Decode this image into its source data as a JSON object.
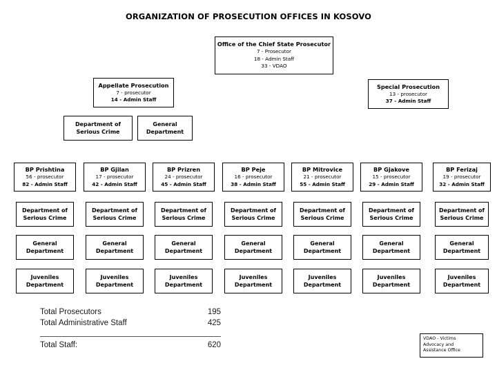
{
  "title": "ORGANIZATION OF PROSECUTION OFFICES IN KOSOVO",
  "chief_office": {
    "name": "Office of the Chief State Prosecutor",
    "lines": [
      "7 - Prosecutor",
      "18 - Admin Staff",
      "33 - VDAO"
    ]
  },
  "appellate": {
    "name": "Appellate Prosecution",
    "lines": [
      "7 - prosecutor",
      "14 - Admin Staff"
    ],
    "departments": [
      {
        "l1": "Department of",
        "l2": "Serious Crime"
      },
      {
        "l1": "General",
        "l2": "Department"
      }
    ]
  },
  "special": {
    "name": "Special Prosecution",
    "lines": [
      "13 - prosecutor",
      "37 - Admin Staff"
    ]
  },
  "basic_prosecutions": [
    {
      "name": "BP Prishtina",
      "prosecutors": "56 - prosecutor",
      "admin": "82 - Admin Staff",
      "departments": [
        {
          "l1": "Department of",
          "l2": "Serious Crime"
        },
        {
          "l1": "General",
          "l2": "Department"
        },
        {
          "l1": "Juveniles",
          "l2": "Department"
        }
      ]
    },
    {
      "name": "BP Gjilan",
      "prosecutors": "17 - prosecutor",
      "admin": "42 - Admin Staff",
      "departments": [
        {
          "l1": "Department of",
          "l2": "Serious Crime"
        },
        {
          "l1": "General",
          "l2": "Department"
        },
        {
          "l1": "Juveniles",
          "l2": "Department"
        }
      ]
    },
    {
      "name": "BP Prizren",
      "prosecutors": "24 - prosecutor",
      "admin": "45 - Admin Staff",
      "departments": [
        {
          "l1": "Department of",
          "l2": "Serious Crime"
        },
        {
          "l1": "General",
          "l2": "Department"
        },
        {
          "l1": "Juveniles",
          "l2": "Department"
        }
      ]
    },
    {
      "name": "BP Peje",
      "prosecutors": "16 - prosecutor",
      "admin": "38 - Admin Staff",
      "departments": [
        {
          "l1": "Department of",
          "l2": "Serious Crime"
        },
        {
          "l1": "General",
          "l2": "Department"
        },
        {
          "l1": "Juveniles",
          "l2": "Department"
        }
      ]
    },
    {
      "name": "BP Mitrovice",
      "prosecutors": "21 - prosecutor",
      "admin": "55 - Admin Staff",
      "departments": [
        {
          "l1": "Department of",
          "l2": "Serious Crime"
        },
        {
          "l1": "General",
          "l2": "Department"
        },
        {
          "l1": "Juveniles",
          "l2": "Department"
        }
      ]
    },
    {
      "name": "BP Gjakove",
      "prosecutors": "15 - prosecutor",
      "admin": "29 - Admin Staff",
      "departments": [
        {
          "l1": "Department of",
          "l2": "Serious Crime"
        },
        {
          "l1": "General",
          "l2": "Department"
        },
        {
          "l1": "Juveniles",
          "l2": "Department"
        }
      ]
    },
    {
      "name": "BP Ferizaj",
      "prosecutors": "19 - prosecutor",
      "admin": "32 - Admin Staff",
      "departments": [
        {
          "l1": "Department of",
          "l2": "Serious Crime"
        },
        {
          "l1": "General",
          "l2": "Department"
        },
        {
          "l1": "Juveniles",
          "l2": "Department"
        }
      ]
    }
  ],
  "totals": {
    "rows": [
      {
        "label": "Total Prosecutors",
        "value": "195"
      },
      {
        "label": "Total Administrative Staff",
        "value": "425"
      }
    ],
    "summary": {
      "label": "Total Staff:",
      "value": "620"
    }
  },
  "legend": {
    "lines": [
      "VDAO - Victims",
      "Advocacy and",
      "Assistance Office"
    ]
  }
}
